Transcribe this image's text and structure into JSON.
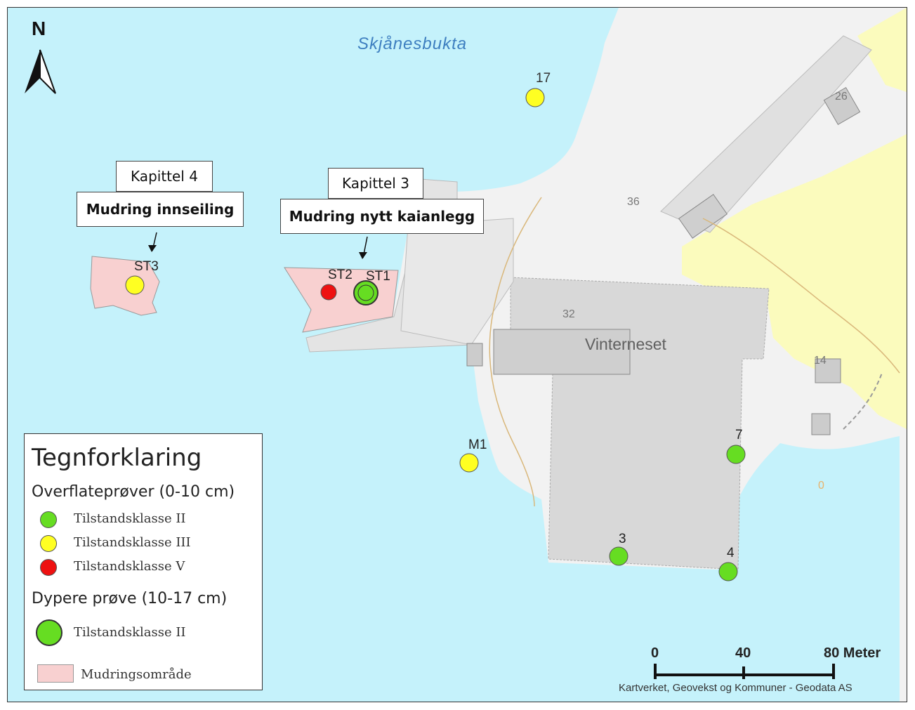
{
  "map": {
    "bay_name": "Skjånesbukta",
    "place_name": "Vinterneset",
    "house_numbers": [
      "17",
      "26",
      "36",
      "32",
      "14",
      "0"
    ],
    "colors": {
      "water": "#c5f2fb",
      "land": "#f2f2f2",
      "field": "#fbfbbd",
      "industrial": "#d8d8d8",
      "dredging": "#f8d0d0",
      "class_II": "#66dd22",
      "class_III": "#ffff22",
      "class_V": "#ee1111"
    }
  },
  "callouts": [
    {
      "top": "Kapittel 4",
      "main": "Mudring innseiling"
    },
    {
      "top": "Kapittel 3",
      "main": "Mudring nytt kaianlegg"
    }
  ],
  "samples": [
    {
      "label": "17",
      "class": "III"
    },
    {
      "label": "ST3",
      "class": "III"
    },
    {
      "label": "ST2",
      "class": "V"
    },
    {
      "label": "ST1",
      "class": "II",
      "deep": true
    },
    {
      "label": "M1",
      "class": "III"
    },
    {
      "label": "7",
      "class": "II"
    },
    {
      "label": "3",
      "class": "II"
    },
    {
      "label": "4",
      "class": "II"
    }
  ],
  "legend": {
    "title": "Tegnforklaring",
    "surface_heading": "Overflateprøver (0-10 cm)",
    "items": [
      "Tilstandsklasse II",
      "Tilstandsklasse III",
      "Tilstandsklasse V"
    ],
    "deep_heading": "Dypere prøve (10-17 cm)",
    "deep_item": "Tilstandsklasse II",
    "area_item": "Mudringsområde"
  },
  "scale": {
    "ticks": [
      "0",
      "40",
      "80 Meter"
    ]
  },
  "north": "N",
  "credit": "Kartverket, Geovekst og Kommuner - Geodata AS"
}
